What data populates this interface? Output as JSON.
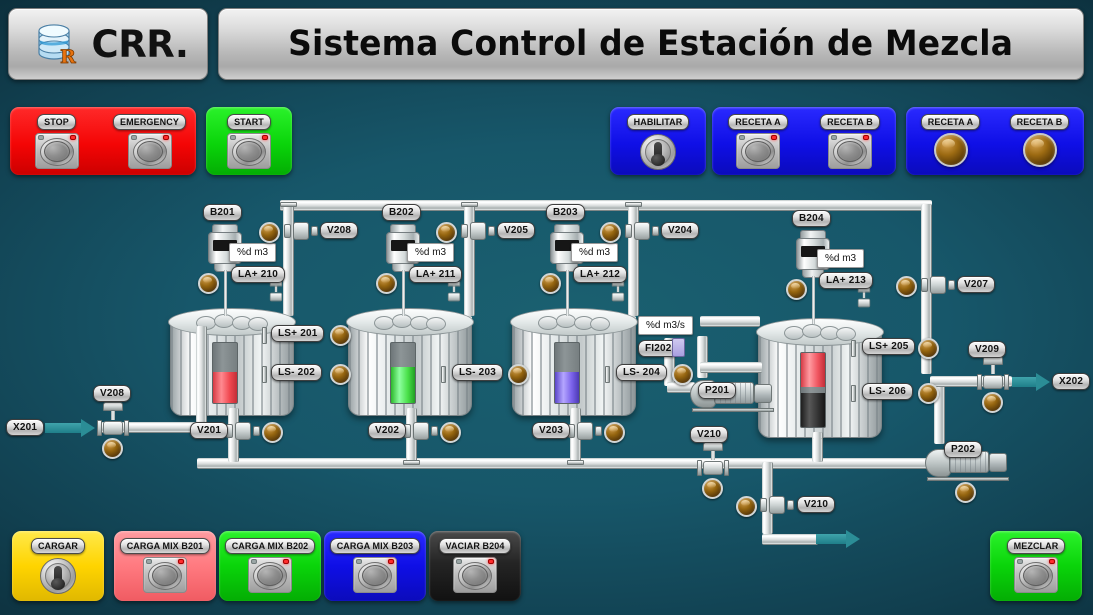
{
  "header": {
    "logo_text": "CRR.",
    "logo_icon": "database-icon",
    "title": "Sistema Control de Estación de Mezcla"
  },
  "control_panels": {
    "stop_panel": {
      "color": "#f70c0c",
      "buttons": [
        {
          "label": "STOP",
          "type": "push-button",
          "name": "stop-button"
        },
        {
          "label": "EMERGENCY",
          "type": "push-button",
          "name": "emergency-button"
        }
      ]
    },
    "start_panel": {
      "color": "#13d613",
      "buttons": [
        {
          "label": "START",
          "type": "push-button",
          "name": "start-button"
        }
      ]
    },
    "habilitar_panel": {
      "color": "#1616e8",
      "buttons": [
        {
          "label": "HABILITAR",
          "type": "key-switch",
          "name": "habilitar-keyswitch"
        }
      ]
    },
    "receta_cmd_panel": {
      "color": "#1616e8",
      "buttons": [
        {
          "label": "RECETA A",
          "type": "push-button",
          "name": "receta-a-button"
        },
        {
          "label": "RECETA B",
          "type": "push-button",
          "name": "receta-b-button"
        }
      ]
    },
    "receta_ind_panel": {
      "color": "#1616e8",
      "buttons": [
        {
          "label": "RECETA A",
          "type": "indicator-lamp",
          "name": "receta-a-lamp"
        },
        {
          "label": "RECETA B",
          "type": "indicator-lamp",
          "name": "receta-b-lamp"
        }
      ]
    },
    "bottom_panels": [
      {
        "label": "CARGAR",
        "type": "key-switch",
        "color": "#ffd400",
        "name": "cargar-keyswitch"
      },
      {
        "label": "CARGA MIX B201",
        "type": "push-button",
        "color": "#ff8084",
        "name": "carga-mix-b201-button"
      },
      {
        "label": "CARGA MIX B202",
        "type": "push-button",
        "color": "#14d214",
        "name": "carga-mix-b202-button"
      },
      {
        "label": "CARGA MIX B203",
        "type": "push-button",
        "color": "#1616e8",
        "name": "carga-mix-b203-button"
      },
      {
        "label": "VACIAR B204",
        "type": "push-button",
        "color": "#232323",
        "name": "vaciar-b204-button"
      },
      {
        "label": "MEZCLAR",
        "type": "push-button",
        "color": "#13d613",
        "name": "mezclar-button"
      }
    ]
  },
  "plant": {
    "tanks": [
      {
        "motor_tag": "B201",
        "volume_display": "%d m3",
        "level_alarm_tag": "LA+ 210",
        "level_switches": [
          "LS+ 201",
          "LS- 202"
        ],
        "drain_valve": "V201",
        "liquid_color": "#f4555e",
        "liquid_level_pct": 52
      },
      {
        "motor_tag": "B202",
        "volume_display": "%d m3",
        "level_alarm_tag": "LA+ 211",
        "level_switches": [
          "LS- 203"
        ],
        "drain_valve": "V202",
        "liquid_color": "#5ef25e",
        "liquid_level_pct": 60
      },
      {
        "motor_tag": "B203",
        "volume_display": "%d m3",
        "level_alarm_tag": "LA+ 212",
        "level_switches": [
          "LS- 204"
        ],
        "drain_valve": "V203",
        "liquid_color": "#8a74ee",
        "liquid_level_pct": 52
      },
      {
        "motor_tag": "B204",
        "volume_display": "%d m3",
        "level_alarm_tag": "LA+ 213",
        "level_switches": [
          "LS+ 205",
          "LS- 206"
        ],
        "liquid_color": "#f4555e",
        "liquid_color_lower": "#3a3a3a",
        "liquid_level_pct": 78
      }
    ],
    "valves": [
      "V208",
      "V205",
      "V204",
      "V207",
      "V209",
      "V210",
      "V210"
    ],
    "pumps": [
      "P201",
      "P202"
    ],
    "flow_indicator": {
      "tag": "FI202",
      "display": "%d m3/s"
    },
    "inlet": {
      "tag": "X201",
      "valve": "V208"
    },
    "outlet": {
      "tag": "X202",
      "valve": "V209"
    },
    "colors": {
      "background": "#17576a",
      "pipe": "#dfe5e5",
      "flow_arrow": "#2b8d96",
      "lamp_amber": "#95650f"
    }
  }
}
